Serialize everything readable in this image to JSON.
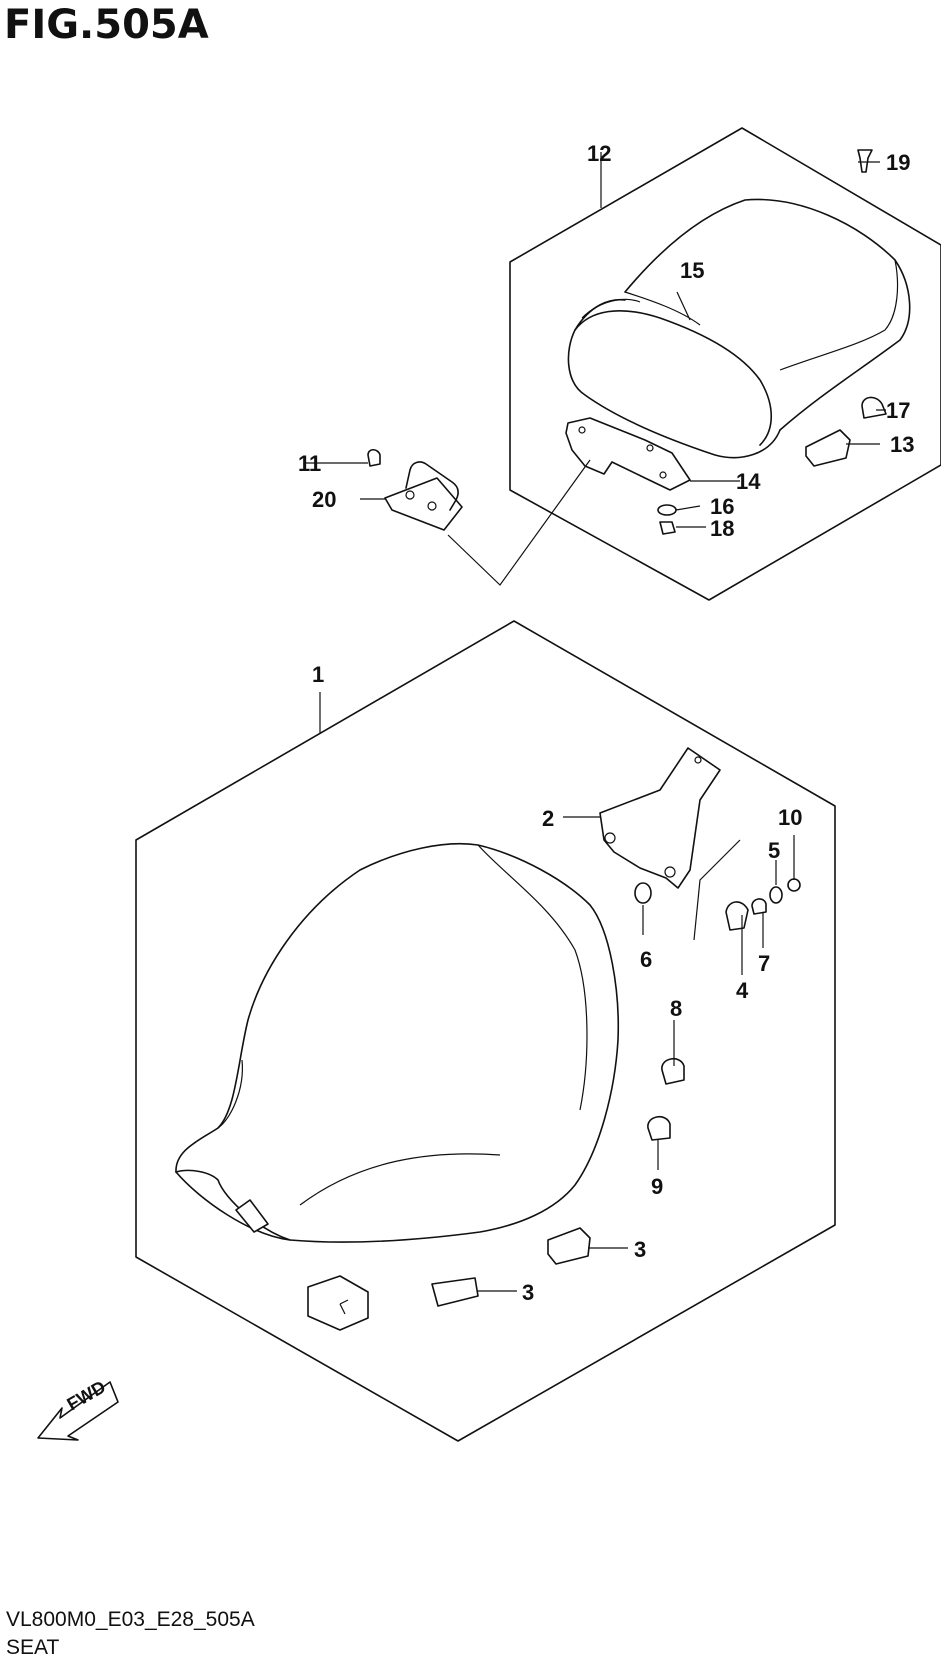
{
  "figure": {
    "title": "FIG.505A",
    "code": "VL800M0_E03_E28_505A",
    "caption": "SEAT"
  },
  "callouts": [
    {
      "id": "c1",
      "text": "1"
    },
    {
      "id": "c2",
      "text": "2"
    },
    {
      "id": "c3a",
      "text": "3"
    },
    {
      "id": "c3b",
      "text": "3"
    },
    {
      "id": "c4",
      "text": "4"
    },
    {
      "id": "c5",
      "text": "5"
    },
    {
      "id": "c6",
      "text": "6"
    },
    {
      "id": "c7",
      "text": "7"
    },
    {
      "id": "c8",
      "text": "8"
    },
    {
      "id": "c9",
      "text": "9"
    },
    {
      "id": "c10",
      "text": "10"
    },
    {
      "id": "c11",
      "text": "11"
    },
    {
      "id": "c12",
      "text": "12"
    },
    {
      "id": "c13",
      "text": "13"
    },
    {
      "id": "c14",
      "text": "14"
    },
    {
      "id": "c15",
      "text": "15"
    },
    {
      "id": "c16",
      "text": "16"
    },
    {
      "id": "c17",
      "text": "17"
    },
    {
      "id": "c18",
      "text": "18"
    },
    {
      "id": "c19",
      "text": "19"
    },
    {
      "id": "c20",
      "text": "20"
    }
  ],
  "fwd_arrow": {
    "text": "FWD",
    "icon": "fwd-arrow-icon"
  }
}
